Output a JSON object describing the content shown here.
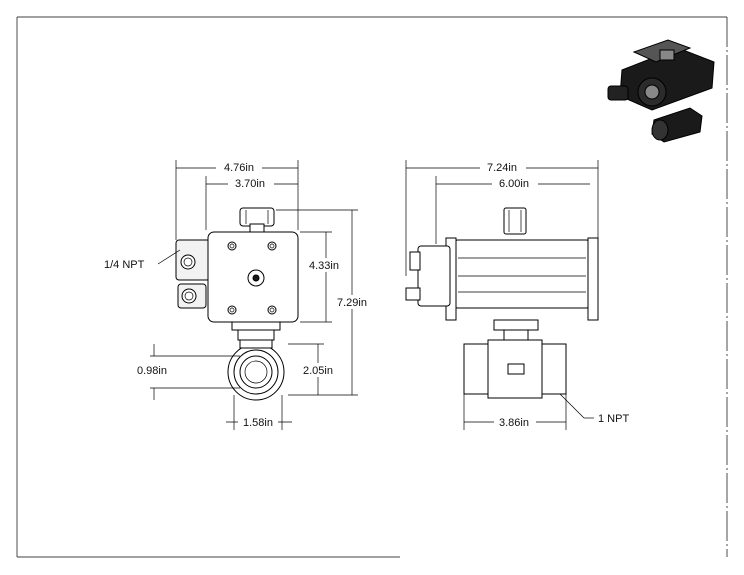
{
  "drawing": {
    "front_view": {
      "overall_width": "4.76in",
      "actuator_width": "3.70in",
      "actuator_height": "4.33in",
      "overall_height": "7.29in",
      "body_height": "2.05in",
      "port_diameter": "0.98in",
      "body_width": "1.58in",
      "port_callout": "1/4 NPT"
    },
    "side_view": {
      "overall_width": "7.24in",
      "actuator_length": "6.00in",
      "body_length": "3.86in",
      "pipe_callout": "1 NPT"
    }
  }
}
